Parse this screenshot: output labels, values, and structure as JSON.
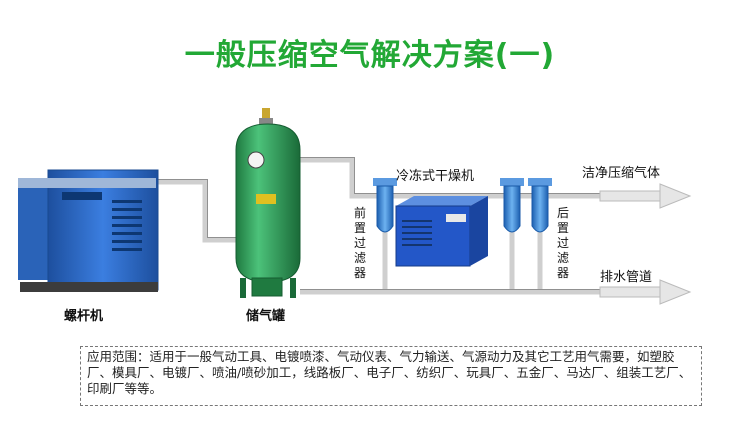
{
  "title": "一般压缩空气解决方案(一)",
  "labels": {
    "compressor": "螺杆机",
    "tank": "储气罐",
    "dryer": "冷冻式干燥机",
    "clean_air": "洁净压缩气体",
    "drain": "排水管道",
    "pre_filter": "前置过滤器",
    "post_filter": "后置过滤器"
  },
  "description": "应用范围：适用于一般气动工具、电镀喷漆、气动仪表、气力输送、气源动力及其它工艺用气需要，如塑胶厂、模具厂、电镀厂、喷油/喷砂加工，线路板厂、电子厂、纺织厂、玩具厂、五金厂、马达厂、组装工艺厂、印刷厂等等。",
  "colors": {
    "title": "#22a835",
    "pipe": "#c8c8c8",
    "tank": "#2e9a56",
    "compressor": "#2f6fd0",
    "dryer": "#2357c8",
    "filter": "#3a86d8"
  }
}
